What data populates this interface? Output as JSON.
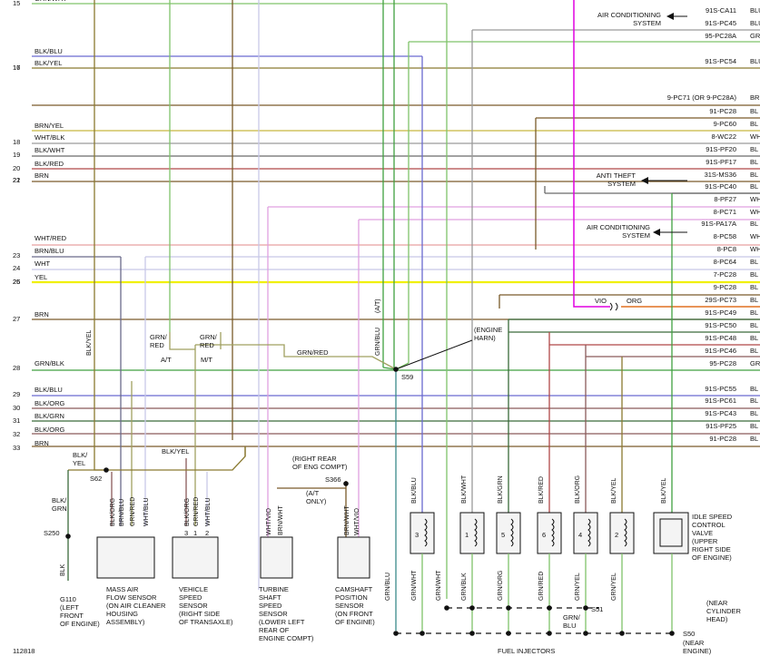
{
  "diagram_id": "112818",
  "colors": {
    "grn_wht": "#7fc46a",
    "blk_blu": "#6a6ad0",
    "blk_yel": "#8a7a30",
    "brn_yel": "#c8b840",
    "wht_blk": "#9a9a9a",
    "blk_wht": "#6a6a6a",
    "blk_red": "#b04848",
    "brn": "#7a5a2a",
    "wht_red": "#e8a0a0",
    "brn_blu": "#6a6a8a",
    "wht": "#c8c8e8",
    "yel": "#f0f000",
    "grn_blk": "#40a040",
    "blk_org": "#8a5a5a",
    "blk_grn": "#3a6a3a",
    "magenta": "#e000e0",
    "org": "#e07020",
    "grn_red": "#a0a060",
    "grn_blu": "#3a8a8a",
    "wht_vio": "#e0a0e0"
  },
  "left_rows": [
    {
      "num": "15",
      "label": "GRN/WHT"
    },
    {
      "num": "",
      "label": "BLK/BLU"
    },
    {
      "num": "16",
      "label": "BLK/YEL"
    },
    {
      "num": "17",
      "label": ""
    },
    {
      "num": "",
      "label": "BRN/YEL"
    },
    {
      "num": "18",
      "label": "WHT/BLK"
    },
    {
      "num": "19",
      "label": "BLK/WHT"
    },
    {
      "num": "20",
      "label": "BLK/RED"
    },
    {
      "num": "21",
      "label": "BRN"
    },
    {
      "num": "22",
      "label": ""
    },
    {
      "num": "",
      "label": "WHT/RED"
    },
    {
      "num": "23",
      "label": "BRN/BLU"
    },
    {
      "num": "24",
      "label": "WHT"
    },
    {
      "num": "25",
      "label": "YEL"
    },
    {
      "num": "26",
      "label": ""
    },
    {
      "num": "27",
      "label": "BRN"
    },
    {
      "num": "28",
      "label": "GRN/BLK"
    },
    {
      "num": "29",
      "label": "BLK/BLU"
    },
    {
      "num": "30",
      "label": "BLK/ORG"
    },
    {
      "num": "31",
      "label": "BLK/GRN"
    },
    {
      "num": "32",
      "label": "BLK/ORG"
    },
    {
      "num": "33",
      "label": "BRN"
    }
  ],
  "right_rows": [
    {
      "circuit": "91S-CA11",
      "color": "BLU"
    },
    {
      "circuit": "91S-PC45",
      "color": "BLU"
    },
    {
      "circuit": "95-PC28A",
      "color": "GR"
    },
    {
      "circuit": "91S-PC54",
      "color": "BLU"
    },
    {
      "circuit": "9-PC71 (OR 9-PC28A)",
      "color": "BRN / BL"
    },
    {
      "circuit": "91-PC28",
      "color": "BL"
    },
    {
      "circuit": "9-PC60",
      "color": "BL"
    },
    {
      "circuit": "8-WC22",
      "color": "WH"
    },
    {
      "circuit": "91S-PF20",
      "color": "BL"
    },
    {
      "circuit": "91S-PF17",
      "color": "BL"
    },
    {
      "circuit": "31S-MS36",
      "color": "BL"
    },
    {
      "circuit": "91S-PC40",
      "color": "BL"
    },
    {
      "circuit": "8-PF27",
      "color": "WH"
    },
    {
      "circuit": "8-PC71",
      "color": "WH"
    },
    {
      "circuit": "91S-PA17A",
      "color": "BL"
    },
    {
      "circuit": "8-PC58",
      "color": "WH"
    },
    {
      "circuit": "8-PC8",
      "color": "WH"
    },
    {
      "circuit": "8-PC64",
      "color": "BL"
    },
    {
      "circuit": "7-PC28",
      "color": "BL"
    },
    {
      "circuit": "9-PC28",
      "color": "BL"
    },
    {
      "circuit": "29S-PC73",
      "color": "BL"
    },
    {
      "circuit": "91S-PC49",
      "color": "BL"
    },
    {
      "circuit": "91S-PC50",
      "color": "BL"
    },
    {
      "circuit": "91S-PC48",
      "color": "BL"
    },
    {
      "circuit": "91S-PC46",
      "color": "BL"
    },
    {
      "circuit": "95-PC28",
      "color": "GR"
    },
    {
      "circuit": "91S-PC55",
      "color": "BL"
    },
    {
      "circuit": "91S-PC61",
      "color": "BL"
    },
    {
      "circuit": "91S-PC43",
      "color": "BL"
    },
    {
      "circuit": "91S-PF25",
      "color": "BL"
    },
    {
      "circuit": "91-PC28",
      "color": "BL"
    }
  ],
  "systems": {
    "ac1": [
      "AIR CONDITIONING",
      "SYSTEM"
    ],
    "anti_theft": [
      "ANTI THEFT",
      "SYSTEM"
    ],
    "ac2": [
      "AIR CONDITIONING",
      "SYSTEM"
    ]
  },
  "labels": {
    "vio": "VIO",
    "org": "ORG",
    "engine_harn": [
      "(ENGINE",
      "HARN)"
    ],
    "s59": "S59",
    "s62": "S62",
    "s366": "S366",
    "s250": "S250",
    "s51": "S51",
    "s50": "S50",
    "grn_red_a": [
      "GRN/",
      "RED"
    ],
    "grn_red_b": [
      "GRN/",
      "RED"
    ],
    "at": "A/T",
    "mt": "M/T",
    "grn_red_h": "GRN/RED",
    "blk_yel_h": "BLK/YEL",
    "blk_yel_v": "BLK/YEL",
    "grn_blu_at_v": "GRN/BLU",
    "at_v": "(A/T)",
    "blk_yel_s62": [
      "BLK/",
      "YEL"
    ],
    "blk_grn_s250": [
      "BLK/",
      "GRN"
    ],
    "blk_v": "BLK",
    "g110": [
      "G110",
      "(LEFT",
      "FRONT",
      "OF ENGINE)"
    ],
    "right_rear": [
      "(RIGHT REAR",
      "OF ENG COMPT)"
    ],
    "at_only": [
      "(A/T",
      "ONLY)"
    ],
    "maf": [
      "MASS AIR",
      "FLOW SENSOR",
      "(ON AIR CLEANER",
      "HOUSING",
      "ASSEMBLY)"
    ],
    "vss": [
      "VEHICLE",
      "SPEED",
      "SENSOR",
      "(RIGHT SIDE",
      "OF TRANSAXLE)"
    ],
    "tss": [
      "TURBINE",
      "SHAFT",
      "SPEED",
      "SENSOR",
      "(LOWER LEFT",
      "REAR OF",
      "ENGINE COMPT)"
    ],
    "cmp": [
      "CAMSHAFT",
      "POSITION",
      "SENSOR",
      "(ON FRONT",
      "OF ENGINE)"
    ],
    "iac": [
      "IDLE SPEED",
      "CONTROL",
      "VALVE",
      "(UPPER",
      "RIGHT SIDE",
      "OF ENGINE)"
    ],
    "near_head": [
      "(NEAR",
      "CYLINDER",
      "HEAD)"
    ],
    "near_engine": [
      "(NEAR",
      "ENGINE)"
    ],
    "fuel_injectors": "FUEL INJECTORS",
    "grn_blu_s51": [
      "GRN/",
      "BLU"
    ],
    "maf_pins": [
      "BLK/ORG",
      "BRN/BLU",
      "GRN/RED",
      "WHT/BLU"
    ],
    "vss_pins": [
      "BLK/ORG",
      "GRN/RED",
      "WHT/BLU"
    ],
    "vss_pin_nums": [
      "3",
      "1",
      "2"
    ],
    "tss_pins": [
      "WHT/VIO",
      "BRN/WHT"
    ],
    "cmp_pins": [
      "BRN/WHT",
      "WHT/VIO"
    ],
    "inj_top": [
      "BLK/BLU",
      "BLK/WHT",
      "BLK/GRN",
      "BLK/RED",
      "BLK/ORG",
      "BLK/YEL",
      "BLK/YEL"
    ],
    "inj_nums": [
      "3",
      "1",
      "5",
      "6",
      "4",
      "2"
    ],
    "inj_bottom": [
      "GRN/BLU",
      "GRN/WHT",
      "GRN/WHT",
      "GRN/BLK",
      "GRN/ORG",
      "GRN/RED",
      "GRN/YEL",
      "GRN/YEL"
    ],
    "grn_blu_left": "GRN/BLU"
  }
}
